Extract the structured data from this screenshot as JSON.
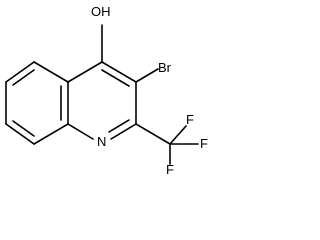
{
  "molecule": {
    "atoms": {
      "hydroxyl": "OH",
      "bromine": "Br",
      "nitrogen": "N",
      "fluorine_1": "F",
      "fluorine_2": "F",
      "fluorine_3": "F"
    }
  }
}
